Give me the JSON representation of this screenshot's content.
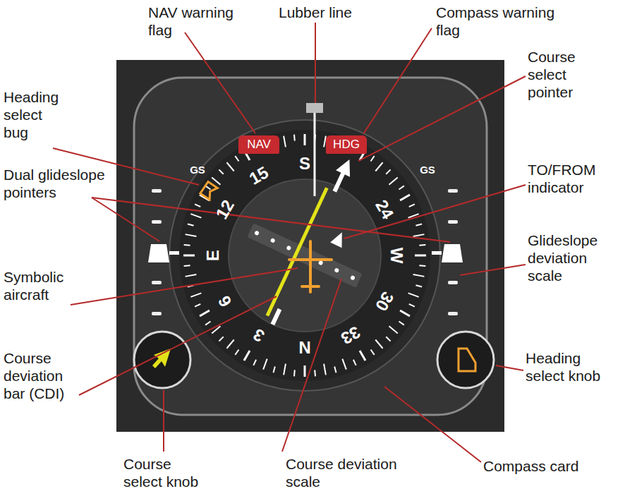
{
  "diagram": {
    "nodes": [
      {
        "text": [
          "NAV"
        ]
      },
      {
        "text": [
          "HDG"
        ]
      }
    ],
    "labels": [
      "NAV warning flag",
      "Lubber line",
      "Compass warning flag",
      "Course select pointer",
      "Heading select bug",
      "TO/FROM indicator",
      "Dual glideslope pointers",
      "Glideslope deviation scale",
      "Symbolic aircraft",
      "Course deviation bar (CDI)",
      "Heading select knob",
      "Course select knob",
      "Course deviation scale",
      "Compass card",
      "GS",
      "GS",
      "S",
      "15",
      "12",
      "E",
      "6",
      "3",
      "N",
      "33",
      "30",
      "W",
      "24"
    ]
  }
}
